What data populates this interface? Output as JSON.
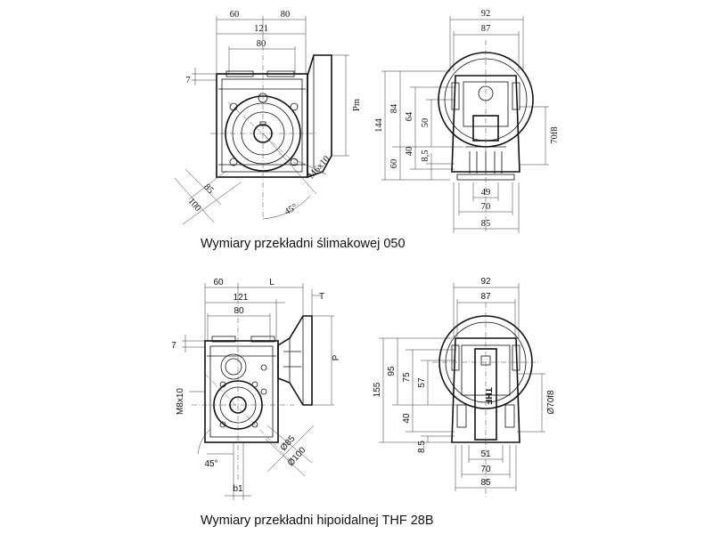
{
  "top": {
    "caption": "Wymiary przekładni ślimakowej 050",
    "front": {
      "dim_60": "60",
      "dim_80_top": "80",
      "dim_121": "121",
      "dim_80": "80",
      "dim_7": "7",
      "dim_pm": "Pm",
      "dim_85": "85",
      "dim_100": "100",
      "dim_m6": "M6x10",
      "dim_45": "45°"
    },
    "side": {
      "dim_92": "92",
      "dim_87": "87",
      "dim_144": "144",
      "dim_84": "84",
      "dim_64": "64",
      "dim_50": "50",
      "dim_60": "60",
      "dim_40": "40",
      "dim_85v": "8,5",
      "dim_70f8": "70f8",
      "dim_49": "49",
      "dim_70": "70",
      "dim_85": "85"
    }
  },
  "bottom": {
    "caption": "Wymiary przekładni hipoidalnej THF 28B",
    "front": {
      "dim_60": "60",
      "dim_L": "L",
      "dim_T": "T",
      "dim_121": "121",
      "dim_80": "80",
      "dim_7": "7",
      "dim_P": "P",
      "dim_m8": "M8x10",
      "dim_85": "Ø85",
      "dim_100": "Ø100",
      "dim_45": "45°",
      "dim_b1": "b1"
    },
    "side": {
      "dim_92": "92",
      "dim_87": "87",
      "dim_155": "155",
      "dim_95": "95",
      "dim_75": "75",
      "dim_57": "57",
      "dim_40": "40",
      "dim_85v": "8.5",
      "dim_70f8": "Ø70f8",
      "dim_51": "51",
      "dim_70": "70",
      "dim_85": "85",
      "logo": "THF"
    }
  }
}
